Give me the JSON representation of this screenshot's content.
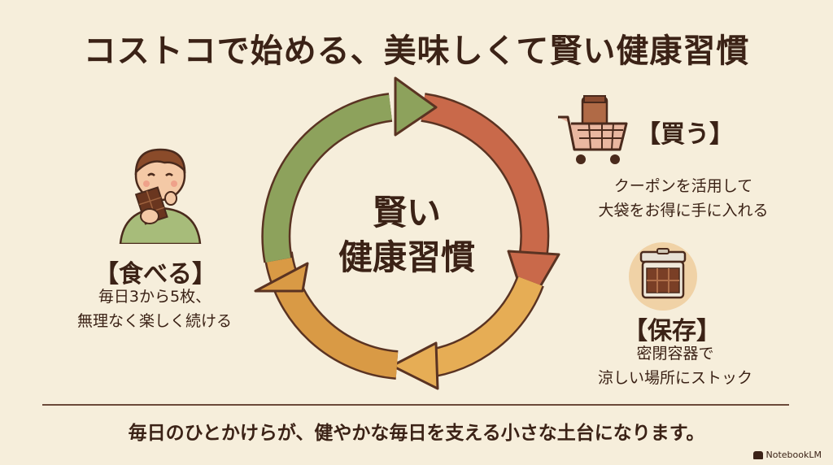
{
  "title": "コストコで始める、美味しくて賢い健康習慣",
  "center": {
    "line1": "賢い",
    "line2": "健康習慣"
  },
  "steps": {
    "buy": {
      "label": "【買う】",
      "desc1": "クーポンを活用して",
      "desc2": "大袋をお得に手に入れる",
      "icon": "shopping-cart-icon"
    },
    "store": {
      "label": "【保存】",
      "desc1": "密閉容器で",
      "desc2": "涼しい場所にストック",
      "icon": "storage-container-icon"
    },
    "eat": {
      "label": "【食べる】",
      "desc1": "毎日3から5枚、",
      "desc2": "無理なく楽しく続ける",
      "icon": "person-eating-chocolate-icon"
    }
  },
  "footer": "毎日のひとかけらが、健やかな毎日を支える小さな土台になります。",
  "brand": "NotebookLM",
  "colors": {
    "background": "#f6eedb",
    "green": "#8da25c",
    "red": "#c9694a",
    "amber": "#e6ad55",
    "text": "#3b2216"
  }
}
